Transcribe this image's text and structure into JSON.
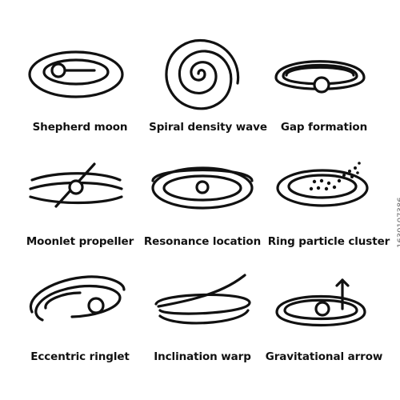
{
  "icons": [
    {
      "label": "Shepherd moon",
      "icon": "shepherd-moon-icon"
    },
    {
      "label": "Spiral density wave",
      "icon": "spiral-density-wave-icon"
    },
    {
      "label": "Gap formation",
      "icon": "gap-formation-icon"
    },
    {
      "label": "Moonlet propeller",
      "icon": "moonlet-propeller-icon"
    },
    {
      "label": "Resonance location",
      "icon": "resonance-location-icon"
    },
    {
      "label": "Ring particle cluster",
      "icon": "ring-particle-cluster-icon"
    },
    {
      "label": "Eccentric ringlet",
      "icon": "eccentric-ringlet-icon"
    },
    {
      "label": "Inclination warp",
      "icon": "inclination-warp-icon"
    },
    {
      "label": "Gravitational arrow",
      "icon": "gravitational-arrow-icon"
    }
  ],
  "stock_id": "1630107386",
  "colors": {
    "stroke": "#111111",
    "background": "#ffffff"
  }
}
